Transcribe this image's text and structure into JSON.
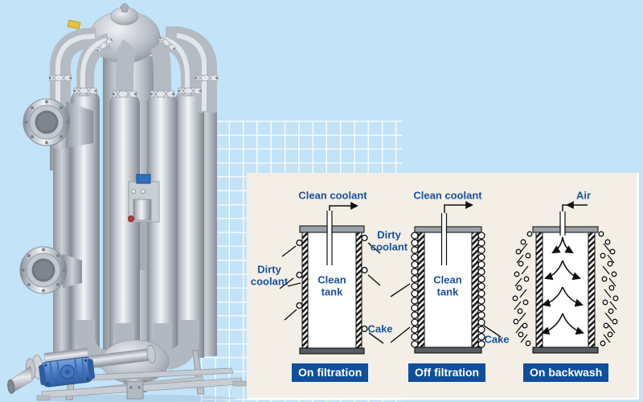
{
  "page": {
    "background_color": "#c2e3f8",
    "grid_color": "#ffffff"
  },
  "panel": {
    "background_color": "#f3efe6",
    "caption_bg_color": "#0f4f9b",
    "caption_text_color": "#ffffff",
    "label_color": "#17519e",
    "figures": [
      {
        "caption": "On filtration",
        "labels": {
          "top": "Clean coolant",
          "tank": "Clean tank",
          "left": "Dirty coolant",
          "right": "Dirty coolant",
          "cake": "Cake"
        }
      },
      {
        "caption": "Off filtration",
        "labels": {
          "top": "Clean coolant",
          "tank": "Clean tank",
          "cake": "Cake"
        }
      },
      {
        "caption": "On backwash",
        "labels": {
          "top": "Air"
        }
      }
    ]
  }
}
